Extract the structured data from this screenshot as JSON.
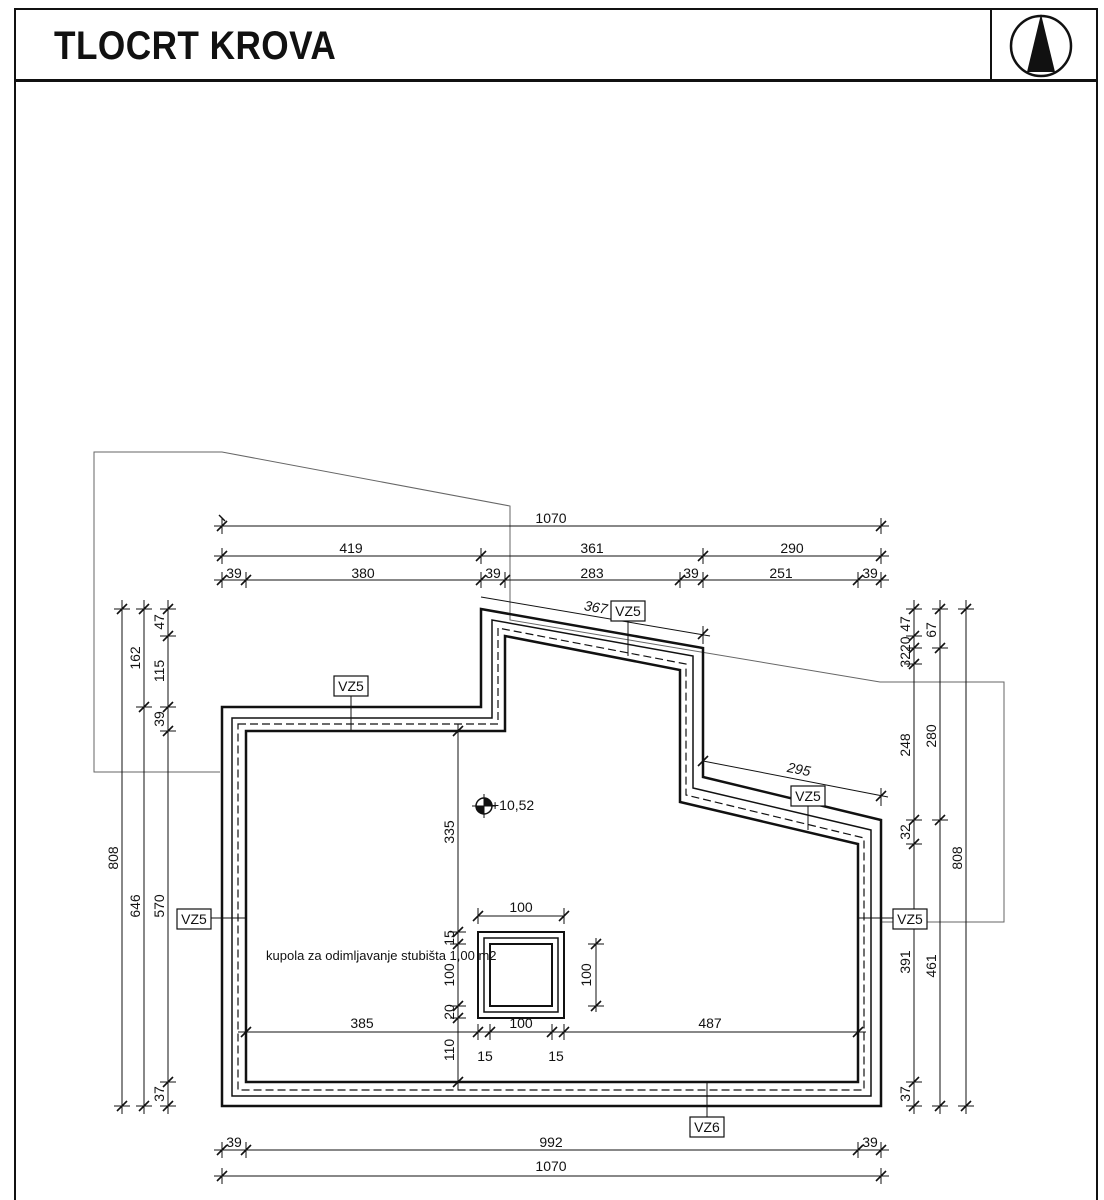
{
  "title": "TLOCRT KROVA",
  "north_symbol": "north-arrow-icon",
  "top_dims": {
    "overall": "1070",
    "row2": [
      "419",
      "361",
      "290"
    ],
    "row3": [
      "39",
      "380",
      "39",
      "283",
      "39",
      "251",
      "39"
    ]
  },
  "bottom_dims": {
    "row1": [
      "39",
      "992",
      "39"
    ],
    "overall": "1070"
  },
  "left_dims": {
    "overall": "808",
    "col2": [
      "162",
      "646"
    ],
    "col3": [
      "47",
      "115",
      "39",
      "570",
      "37"
    ]
  },
  "right_dims": {
    "overall": "808",
    "col2": [
      "67",
      "280",
      "461"
    ],
    "col3": [
      "47",
      "3220",
      "248",
      "32",
      "391",
      "37"
    ]
  },
  "inner_dims": {
    "slope1": "367",
    "slope2": "295",
    "vertical1": "335",
    "skylight_top": "100",
    "skylight_side": "100",
    "sky_v1": "15",
    "sky_v2": "100",
    "sky_v3": "20",
    "sky_v4": "110",
    "bottom_left": "385",
    "bottom_mid": "100",
    "bottom_right": "487",
    "sky_h1": "15",
    "sky_h2": "15"
  },
  "level": "+10,52",
  "skylight_label": "kupola za odimljavanje stubišta 1,00 m2",
  "tags": {
    "vz5_top_left": "VZ5",
    "vz5_top_slope": "VZ5",
    "vz5_right_slope": "VZ5",
    "vz5_left": "VZ5",
    "vz5_right": "VZ5",
    "vz6_bottom": "VZ6"
  }
}
